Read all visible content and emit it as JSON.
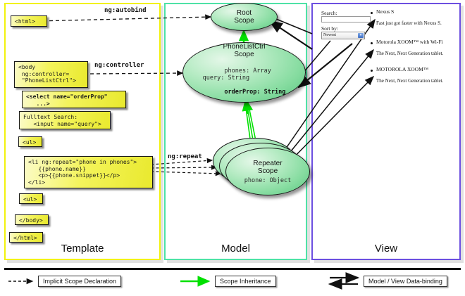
{
  "diagram": {
    "title": "AngularJS Template / Model / View data-binding diagram",
    "colors": {
      "template_border": "#f2f20d",
      "model_border": "#4ee2a6",
      "view_border": "#6c4fe0",
      "code_box_fill": "#f4f45c",
      "scope_fill": "#86dca0",
      "inheritance_arrow": "#00e000",
      "binding_arrow": "#111111"
    },
    "panels": [
      {
        "id": "template",
        "label": "Template"
      },
      {
        "id": "model",
        "label": "Model"
      },
      {
        "id": "view",
        "label": "View"
      }
    ]
  },
  "template": {
    "label": "Template",
    "boxes": [
      {
        "id": "html-open",
        "text": "<html>"
      },
      {
        "id": "body-open",
        "text": "<body\n ng:controller=\n \"PhoneListCtrl\">"
      },
      {
        "id": "select",
        "text": "<select name=\"orderProp\"\n   ...>",
        "bold": true
      },
      {
        "id": "search",
        "text": "Fulltext Search:\n   <input name=\"query\">"
      },
      {
        "id": "ul-open",
        "text": "<ul>"
      },
      {
        "id": "li-repeat",
        "text": "<li ng:repeat=\"phone in phones\">\n   {{phone.name}}\n   <p>{{phone.snippet}}</p>\n</li>"
      },
      {
        "id": "ul-close",
        "text": "<ul>"
      },
      {
        "id": "body-close",
        "text": "</body>"
      },
      {
        "id": "html-close",
        "text": "</html>"
      }
    ]
  },
  "model": {
    "label": "Model",
    "scopes": [
      {
        "id": "root-scope",
        "title": "Root\nScope",
        "props": ""
      },
      {
        "id": "phonelistctrl-scope",
        "title": "PhoneListCtrl\nScope",
        "props_plain": "phones: Array\nquery: String",
        "props_bold": "orderProp: String"
      },
      {
        "id": "repeater-scope",
        "title": "Repeater\nScope",
        "props": "phone: Object"
      }
    ]
  },
  "view": {
    "label": "View",
    "search_label": "Search:",
    "search_value": "",
    "sort_label": "Sort by:",
    "sort_selected": "Newest",
    "sort_options": [
      "Newest"
    ],
    "phones": [
      {
        "name": "Nexus S",
        "snippet": "Fast just got faster with Nexus S."
      },
      {
        "name": "Motorola XOOM™  with Wi-Fi",
        "snippet": "The Next, Next Generation tablet."
      },
      {
        "name": "MOTOROLA XOOM™",
        "snippet": "The Next, Next Generation tablet."
      }
    ]
  },
  "edges": [
    {
      "id": "autobind",
      "label": "ng:autobind"
    },
    {
      "id": "controller",
      "label": "ng:controller"
    },
    {
      "id": "repeat",
      "label": "ng:repeat"
    }
  ],
  "legend": [
    {
      "id": "implicit-scope-declaration",
      "label": "Implicit Scope Declaration",
      "style": "dashed-arrow"
    },
    {
      "id": "scope-inheritance",
      "label": "Scope Inheritance",
      "style": "green-arrow"
    },
    {
      "id": "model-view-data-binding",
      "label": "Model / View Data-binding",
      "style": "double-arrow"
    }
  ]
}
